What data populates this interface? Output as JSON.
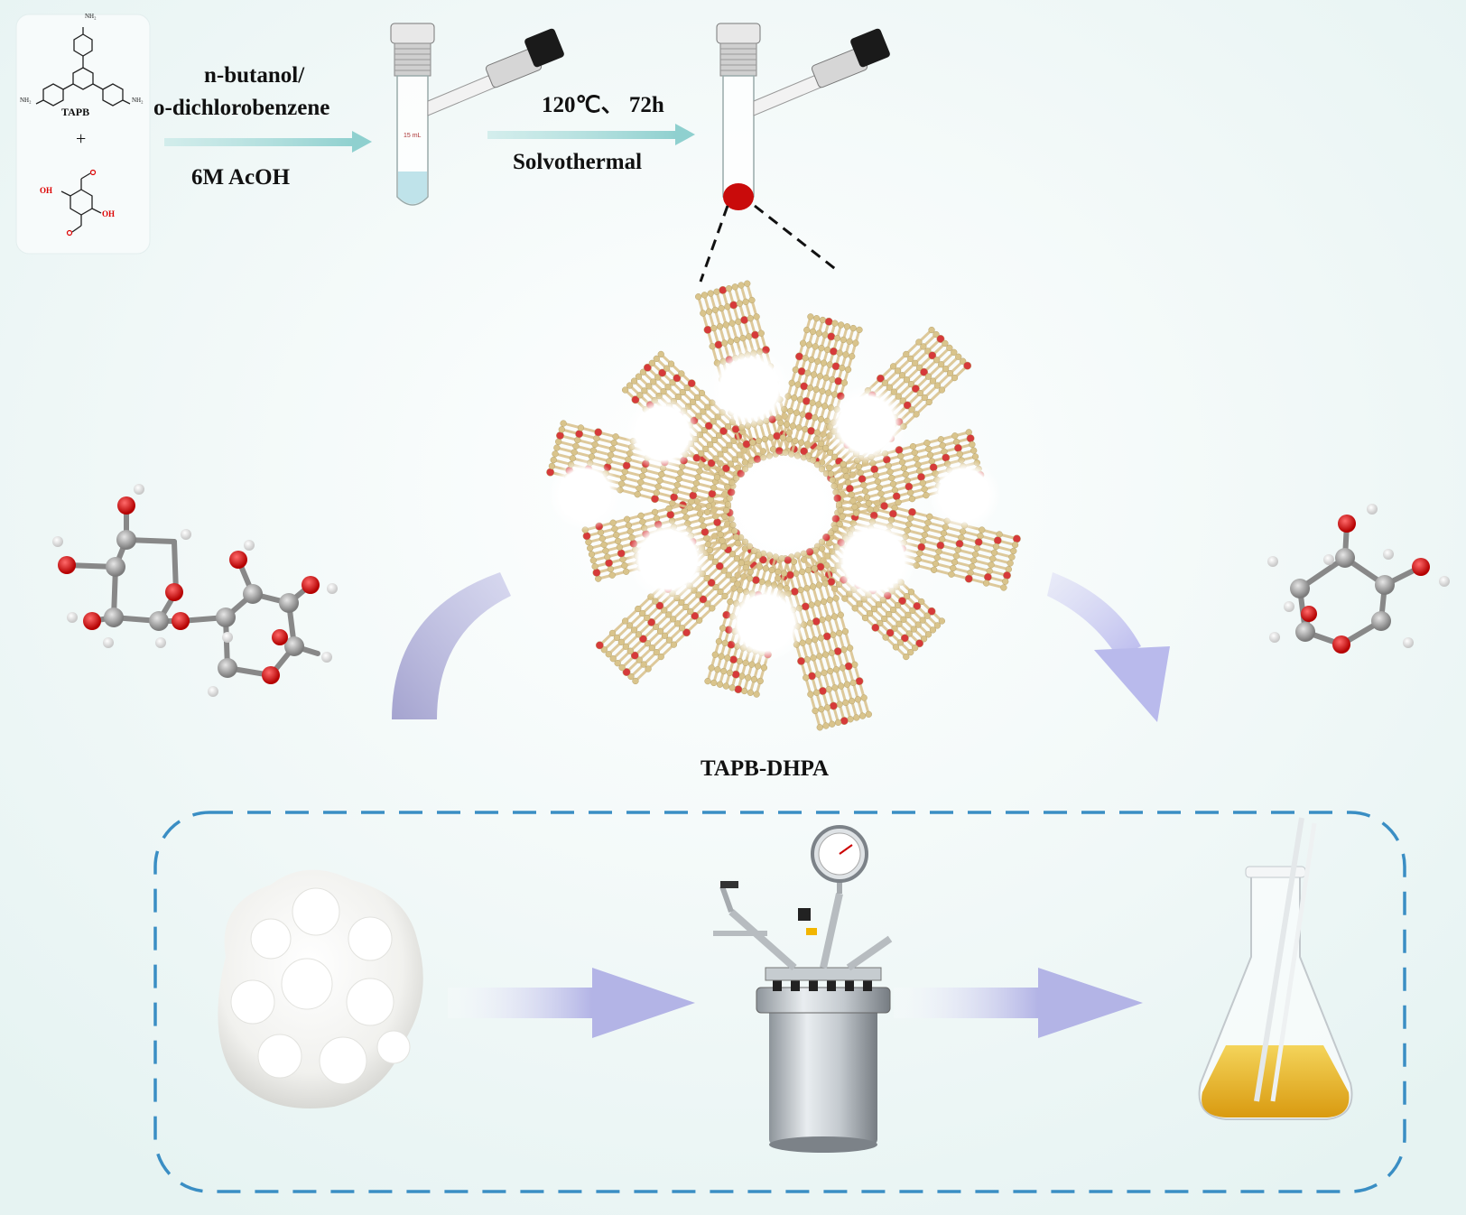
{
  "reagents": {
    "amine_name": "TAPB",
    "plus": "+",
    "amine_substituent": "NH₂",
    "aldehyde_substituent": "OH"
  },
  "step1": {
    "solvent_line1": "n-butanol/",
    "solvent_line2": "o-dichlorobenzene",
    "catalyst": "6M AcOH"
  },
  "step2": {
    "conditions": "120℃、 72h",
    "method": "Solvothermal"
  },
  "tube": {
    "volume_label": "15 mL"
  },
  "framework": {
    "name": "TAPB-DHPA"
  },
  "colors": {
    "background": "#eef6f5",
    "arrow_teal": "#8fd0cf",
    "arrow_lavender": "#b8b9e8",
    "dashed_box": "#3a8ec4",
    "cof_tan": "#d8c08a",
    "oxygen_red": "#d62020",
    "carbon_gray": "#9a9a9a",
    "product_yellow": "#e8b21a"
  }
}
